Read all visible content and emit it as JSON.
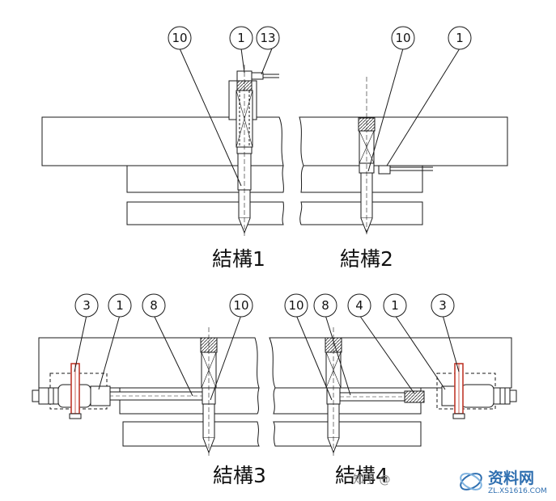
{
  "structures": [
    {
      "caption": "結構1",
      "callouts": [
        "10",
        "1",
        "13"
      ]
    },
    {
      "caption": "結構2",
      "callouts": [
        "10",
        "1"
      ]
    },
    {
      "caption": "結構3",
      "callouts": [
        "3",
        "1",
        "8",
        "10"
      ]
    },
    {
      "caption": "結構4",
      "callouts": [
        "10",
        "8",
        "4",
        "1",
        "3"
      ]
    }
  ],
  "watermark": {
    "source_text": "知乎 @",
    "brand_cn": "资料网",
    "brand_url": "ZL.XS1616.COM"
  },
  "colors": {
    "line": "#1a1a1a",
    "heater_band": "#c0392b",
    "watermark_blue": "#2f6fb0"
  }
}
